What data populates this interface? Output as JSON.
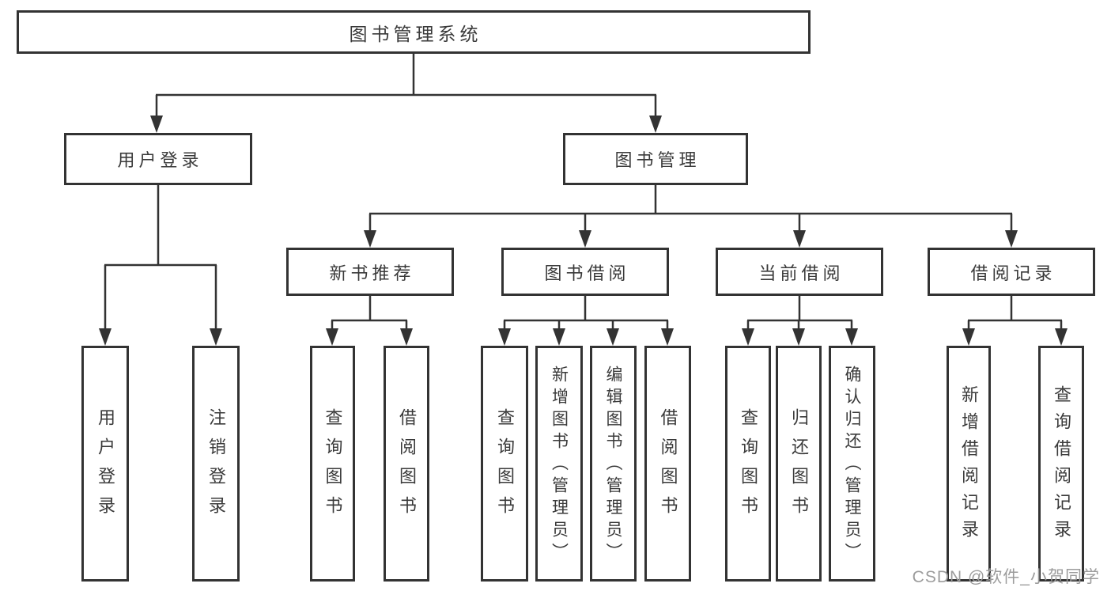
{
  "colors": {
    "line": "#333333",
    "box_border": "#333333",
    "text": "#3a3a3a",
    "background": "#ffffff",
    "watermark": "#9c9c9c"
  },
  "diagram": {
    "type": "hierarchy-tree",
    "root": "图书管理系统",
    "user_login": {
      "label": "用户登录",
      "children": [
        "用户登录",
        "注销登录"
      ]
    },
    "book_management": {
      "label": "图书管理",
      "sections": [
        {
          "label": "新书推荐",
          "leaves": [
            "查询图书",
            "借阅图书"
          ]
        },
        {
          "label": "图书借阅",
          "leaves": [
            "查询图书",
            "新增图书（管理员）",
            "编辑图书（管理员）",
            "借阅图书"
          ]
        },
        {
          "label": "当前借阅",
          "leaves": [
            "查询图书",
            "归还图书",
            "确认归还（管理员）"
          ]
        },
        {
          "label": "借阅记录",
          "leaves": [
            "新增借阅记录",
            "查询借阅记录"
          ]
        }
      ]
    }
  },
  "watermark": {
    "text": "CSDN @软件_小贺同学"
  }
}
